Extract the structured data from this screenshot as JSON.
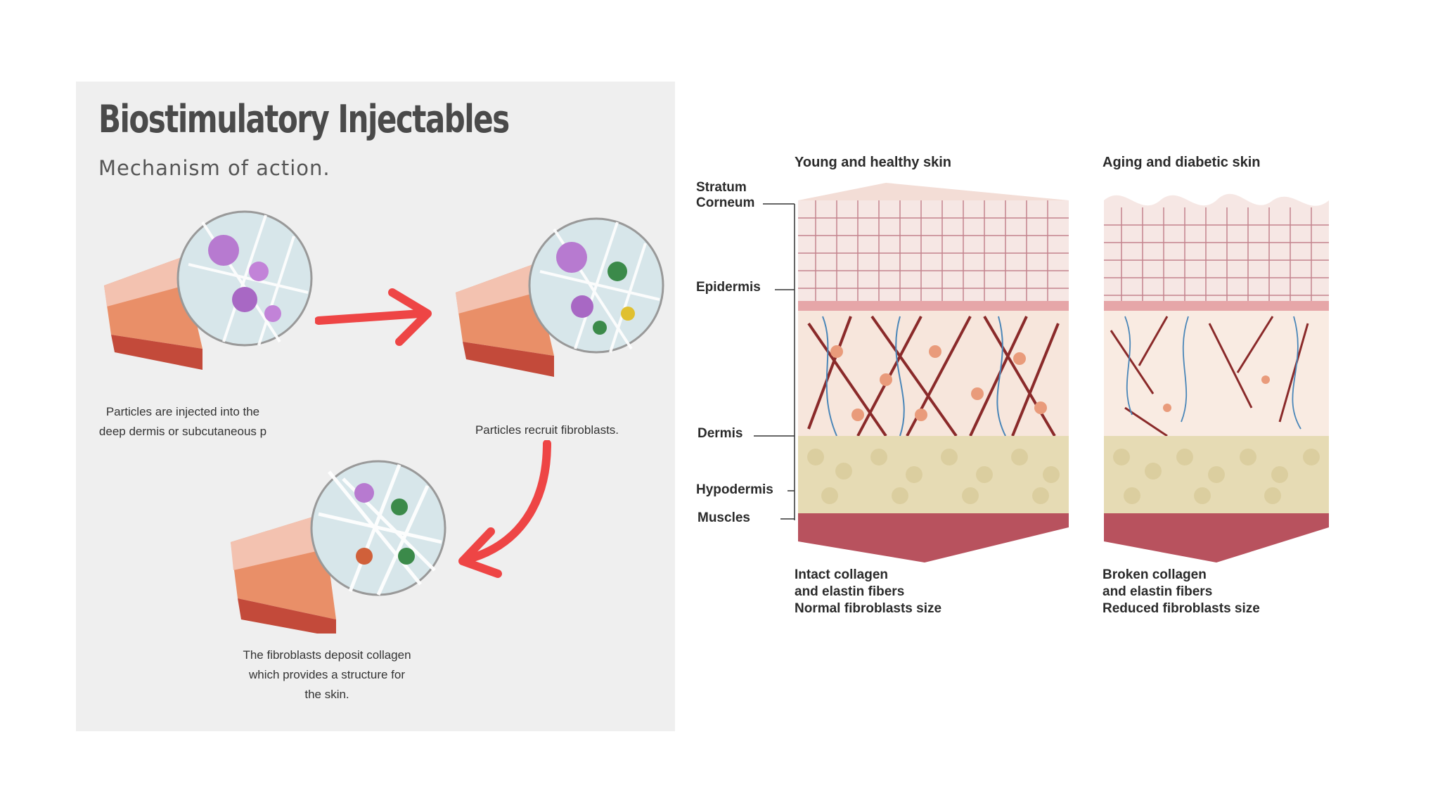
{
  "left_panel": {
    "title": "Biostimulatory Injectables",
    "subtitle": "Mechanism of action.",
    "steps": [
      {
        "caption": "Particles are injected into the deep dermis or subcutaneous p"
      },
      {
        "caption": "Particles recruit fibroblasts."
      },
      {
        "caption": "The fibroblasts deposit collagen which provides a structure for the skin."
      }
    ]
  },
  "right_panel": {
    "columns": [
      {
        "heading": "Young and healthy skin",
        "footer_line1": "Intact collagen",
        "footer_line2": "and elastin fibers",
        "footer_line3": "Normal fibroblasts size"
      },
      {
        "heading": "Aging and diabetic skin",
        "footer_line1": "Broken collagen",
        "footer_line2": "and elastin fibers",
        "footer_line3": "Reduced fibroblasts size"
      }
    ],
    "layers": {
      "stratum_line1": "Stratum",
      "stratum_line2": "Corneum",
      "epidermis": "Epidermis",
      "dermis": "Dermis",
      "hypodermis": "Hypodermis",
      "muscles": "Muscles"
    }
  },
  "colors": {
    "panel_bg": "#efefef",
    "arrow": "#ee4545",
    "skin_pink": "#f2c9c4",
    "fat": "#e8dcb6",
    "muscle": "#b8525e"
  }
}
